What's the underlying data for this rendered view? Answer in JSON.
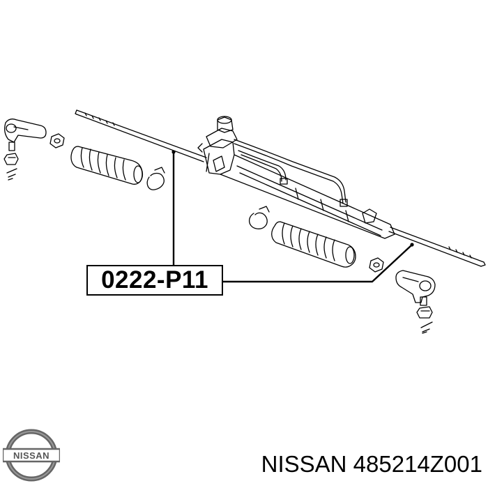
{
  "diagram": {
    "part_label": "0222-P11"
  },
  "caption": {
    "text": "NISSAN 485214Z001"
  },
  "logo": {
    "text": "NISSAN"
  },
  "colors": {
    "ink": "#000000",
    "background": "#ffffff"
  }
}
